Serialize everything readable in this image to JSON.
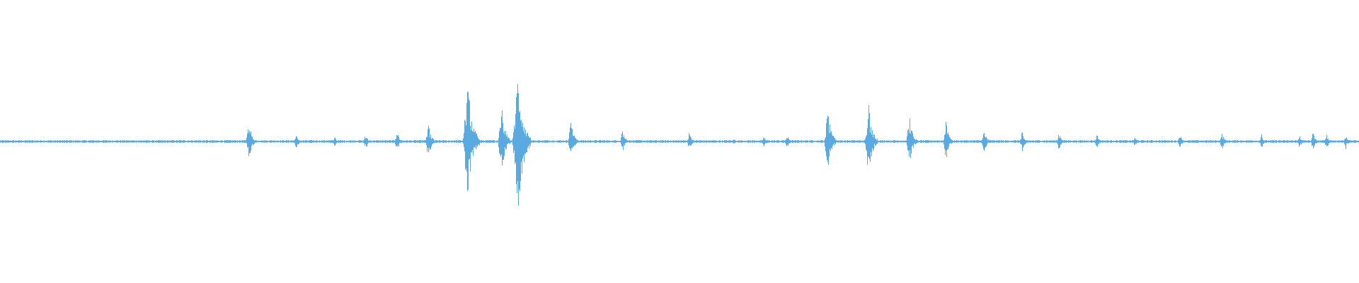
{
  "waveform": {
    "color": "#5aa9e0",
    "background": "#ffffff",
    "duration_fraction_shown": 1.0,
    "baseline_level": 0.01,
    "bursts": [
      {
        "t": 0.072,
        "amp": 0.01
      },
      {
        "t": 0.09,
        "amp": 0.008
      },
      {
        "t": 0.14,
        "amp": 0.01
      },
      {
        "t": 0.183,
        "amp": 0.15
      },
      {
        "t": 0.218,
        "amp": 0.06
      },
      {
        "t": 0.246,
        "amp": 0.04
      },
      {
        "t": 0.269,
        "amp": 0.06
      },
      {
        "t": 0.292,
        "amp": 0.08
      },
      {
        "t": 0.315,
        "amp": 0.14
      },
      {
        "t": 0.344,
        "amp": 0.44
      },
      {
        "t": 0.369,
        "amp": 0.26
      },
      {
        "t": 0.381,
        "amp": 0.52
      },
      {
        "t": 0.42,
        "amp": 0.15
      },
      {
        "t": 0.458,
        "amp": 0.09
      },
      {
        "t": 0.507,
        "amp": 0.07
      },
      {
        "t": 0.54,
        "amp": 0.02
      },
      {
        "t": 0.562,
        "amp": 0.04
      },
      {
        "t": 0.579,
        "amp": 0.06
      },
      {
        "t": 0.609,
        "amp": 0.24
      },
      {
        "t": 0.639,
        "amp": 0.27
      },
      {
        "t": 0.669,
        "amp": 0.19
      },
      {
        "t": 0.696,
        "amp": 0.15
      },
      {
        "t": 0.724,
        "amp": 0.1
      },
      {
        "t": 0.752,
        "amp": 0.09
      },
      {
        "t": 0.779,
        "amp": 0.07
      },
      {
        "t": 0.807,
        "amp": 0.06
      },
      {
        "t": 0.835,
        "amp": 0.04
      },
      {
        "t": 0.868,
        "amp": 0.05
      },
      {
        "t": 0.899,
        "amp": 0.07
      },
      {
        "t": 0.928,
        "amp": 0.06
      },
      {
        "t": 0.956,
        "amp": 0.05
      },
      {
        "t": 0.966,
        "amp": 0.07
      },
      {
        "t": 0.976,
        "amp": 0.06
      },
      {
        "t": 0.99,
        "amp": 0.06
      }
    ]
  }
}
